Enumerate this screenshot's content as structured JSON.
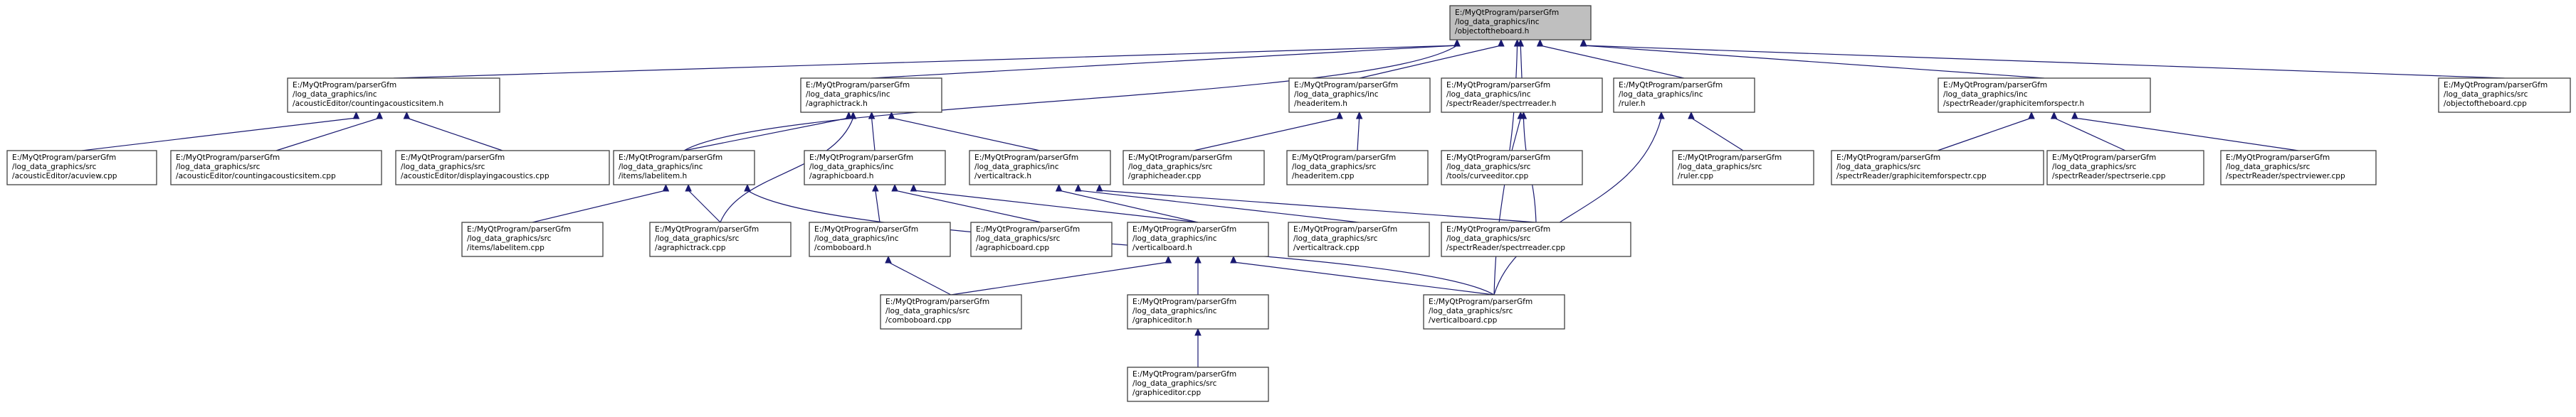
{
  "diagram": {
    "type": "include-dependency-graph",
    "colors": {
      "edge": "#191970",
      "node_border": "#404040",
      "node_fill": "#ffffff",
      "root_fill": "#bfbfbf"
    },
    "nodes": [
      {
        "id": "objectoftheboard_h",
        "lines": [
          "E:/MyQtProgram/parserGfm",
          "/log_data_graphics/inc",
          "/objectoftheboard.h"
        ],
        "root": true
      },
      {
        "id": "countingacousticsitem_h",
        "lines": [
          "E:/MyQtProgram/parserGfm",
          "/log_data_graphics/inc",
          "/acousticEditor/countingacousticsitem.h"
        ]
      },
      {
        "id": "agraphictrack_h",
        "lines": [
          "E:/MyQtProgram/parserGfm",
          "/log_data_graphics/inc",
          "/agraphictrack.h"
        ]
      },
      {
        "id": "headeritem_h",
        "lines": [
          "E:/MyQtProgram/parserGfm",
          "/log_data_graphics/inc",
          "/headeritem.h"
        ]
      },
      {
        "id": "spectrreader_h",
        "lines": [
          "E:/MyQtProgram/parserGfm",
          "/log_data_graphics/inc",
          "/spectrReader/spectrreader.h"
        ]
      },
      {
        "id": "ruler_h",
        "lines": [
          "E:/MyQtProgram/parserGfm",
          "/log_data_graphics/inc",
          "/ruler.h"
        ]
      },
      {
        "id": "graphicitemforspectr_h",
        "lines": [
          "E:/MyQtProgram/parserGfm",
          "/log_data_graphics/inc",
          "/spectrReader/graphicitemforspectr.h"
        ]
      },
      {
        "id": "objectoftheboard_cpp",
        "lines": [
          "E:/MyQtProgram/parserGfm",
          "/log_data_graphics/src",
          "/objectoftheboard.cpp"
        ]
      },
      {
        "id": "acuview_cpp",
        "lines": [
          "E:/MyQtProgram/parserGfm",
          "/log_data_graphics/src",
          "/acousticEditor/acuview.cpp"
        ]
      },
      {
        "id": "countingacousticsitem_cpp",
        "lines": [
          "E:/MyQtProgram/parserGfm",
          "/log_data_graphics/src",
          "/acousticEditor/countingacousticsitem.cpp"
        ]
      },
      {
        "id": "displayingacoustics_cpp",
        "lines": [
          "E:/MyQtProgram/parserGfm",
          "/log_data_graphics/src",
          "/acousticEditor/displayingacoustics.cpp"
        ]
      },
      {
        "id": "labelitem_h",
        "lines": [
          "E:/MyQtProgram/parserGfm",
          "/log_data_graphics/inc",
          "/items/labelitem.h"
        ]
      },
      {
        "id": "agraphicboard_h",
        "lines": [
          "E:/MyQtProgram/parserGfm",
          "/log_data_graphics/inc",
          "/agraphicboard.h"
        ]
      },
      {
        "id": "verticaltrack_h",
        "lines": [
          "E:/MyQtProgram/parserGfm",
          "/log_data_graphics/inc",
          "/verticaltrack.h"
        ]
      },
      {
        "id": "graphicheader_cpp",
        "lines": [
          "E:/MyQtProgram/parserGfm",
          "/log_data_graphics/src",
          "/graphicheader.cpp"
        ]
      },
      {
        "id": "headeritem_cpp",
        "lines": [
          "E:/MyQtProgram/parserGfm",
          "/log_data_graphics/src",
          "/headeritem.cpp"
        ]
      },
      {
        "id": "curveeditor_cpp",
        "lines": [
          "E:/MyQtProgram/parserGfm",
          "/log_data_graphics/src",
          "/tools/curveeditor.cpp"
        ]
      },
      {
        "id": "ruler_cpp",
        "lines": [
          "E:/MyQtProgram/parserGfm",
          "/log_data_graphics/src",
          "/ruler.cpp"
        ]
      },
      {
        "id": "graphicitemforspectr_cpp",
        "lines": [
          "E:/MyQtProgram/parserGfm",
          "/log_data_graphics/src",
          "/spectrReader/graphicitemforspectr.cpp"
        ]
      },
      {
        "id": "spectrserie_cpp",
        "lines": [
          "E:/MyQtProgram/parserGfm",
          "/log_data_graphics/src",
          "/spectrReader/spectrserie.cpp"
        ]
      },
      {
        "id": "spectrviewer_cpp",
        "lines": [
          "E:/MyQtProgram/parserGfm",
          "/log_data_graphics/src",
          "/spectrReader/spectrviewer.cpp"
        ]
      },
      {
        "id": "labelitem_cpp",
        "lines": [
          "E:/MyQtProgram/parserGfm",
          "/log_data_graphics/src",
          "/items/labelitem.cpp"
        ]
      },
      {
        "id": "agraphictrack_cpp",
        "lines": [
          "E:/MyQtProgram/parserGfm",
          "/log_data_graphics/src",
          "/agraphictrack.cpp"
        ]
      },
      {
        "id": "comboboard_h",
        "lines": [
          "E:/MyQtProgram/parserGfm",
          "/log_data_graphics/inc",
          "/comboboard.h"
        ]
      },
      {
        "id": "agraphicboard_cpp",
        "lines": [
          "E:/MyQtProgram/parserGfm",
          "/log_data_graphics/src",
          "/agraphicboard.cpp"
        ]
      },
      {
        "id": "verticalboard_h",
        "lines": [
          "E:/MyQtProgram/parserGfm",
          "/log_data_graphics/inc",
          "/verticalboard.h"
        ]
      },
      {
        "id": "verticaltrack_cpp",
        "lines": [
          "E:/MyQtProgram/parserGfm",
          "/log_data_graphics/src",
          "/verticaltrack.cpp"
        ]
      },
      {
        "id": "spectrreader_cpp",
        "lines": [
          "E:/MyQtProgram/parserGfm",
          "/log_data_graphics/src",
          "/spectrReader/spectrreader.cpp"
        ]
      },
      {
        "id": "comboboard_cpp",
        "lines": [
          "E:/MyQtProgram/parserGfm",
          "/log_data_graphics/src",
          "/comboboard.cpp"
        ]
      },
      {
        "id": "verticalboard_cpp",
        "lines": [
          "E:/MyQtProgram/parserGfm",
          "/log_data_graphics/src",
          "/verticalboard.cpp"
        ]
      },
      {
        "id": "graphiceditor_h",
        "lines": [
          "E:/MyQtProgram/parserGfm",
          "/log_data_graphics/inc",
          "/graphiceditor.h"
        ]
      },
      {
        "id": "graphiceditor_cpp",
        "lines": [
          "E:/MyQtProgram/parserGfm",
          "/log_data_graphics/src",
          "/graphiceditor.cpp"
        ]
      }
    ],
    "edges": [
      [
        "countingacousticsitem_h",
        "objectoftheboard_h"
      ],
      [
        "agraphictrack_h",
        "objectoftheboard_h"
      ],
      [
        "headeritem_h",
        "objectoftheboard_h"
      ],
      [
        "spectrreader_h",
        "objectoftheboard_h"
      ],
      [
        "ruler_h",
        "objectoftheboard_h"
      ],
      [
        "graphicitemforspectr_h",
        "objectoftheboard_h"
      ],
      [
        "objectoftheboard_cpp",
        "objectoftheboard_h"
      ],
      [
        "labelitem_h",
        "objectoftheboard_h"
      ],
      [
        "verticalboard_cpp",
        "objectoftheboard_h"
      ],
      [
        "acuview_cpp",
        "countingacousticsitem_h"
      ],
      [
        "countingacousticsitem_cpp",
        "countingacousticsitem_h"
      ],
      [
        "displayingacoustics_cpp",
        "countingacousticsitem_h"
      ],
      [
        "labelitem_h",
        "agraphictrack_h"
      ],
      [
        "agraphicboard_h",
        "agraphictrack_h"
      ],
      [
        "verticaltrack_h",
        "agraphictrack_h"
      ],
      [
        "agraphictrack_cpp",
        "agraphictrack_h"
      ],
      [
        "graphicheader_cpp",
        "headeritem_h"
      ],
      [
        "headeritem_cpp",
        "headeritem_h"
      ],
      [
        "curveeditor_cpp",
        "spectrreader_h"
      ],
      [
        "spectrreader_cpp",
        "spectrreader_h"
      ],
      [
        "ruler_cpp",
        "ruler_h"
      ],
      [
        "verticalboard_cpp",
        "ruler_h"
      ],
      [
        "graphicitemforspectr_cpp",
        "graphicitemforspectr_h"
      ],
      [
        "spectrserie_cpp",
        "graphicitemforspectr_h"
      ],
      [
        "spectrviewer_cpp",
        "graphicitemforspectr_h"
      ],
      [
        "labelitem_cpp",
        "labelitem_h"
      ],
      [
        "agraphictrack_cpp",
        "labelitem_h"
      ],
      [
        "verticalboard_cpp",
        "labelitem_h"
      ],
      [
        "comboboard_h",
        "agraphicboard_h"
      ],
      [
        "agraphicboard_cpp",
        "agraphicboard_h"
      ],
      [
        "verticalboard_h",
        "agraphicboard_h"
      ],
      [
        "verticaltrack_cpp",
        "verticaltrack_h"
      ],
      [
        "verticalboard_h",
        "verticaltrack_h"
      ],
      [
        "spectrreader_cpp",
        "verticaltrack_h"
      ],
      [
        "comboboard_cpp",
        "comboboard_h"
      ],
      [
        "comboboard_cpp",
        "verticalboard_h"
      ],
      [
        "verticalboard_cpp",
        "verticalboard_h"
      ],
      [
        "graphiceditor_h",
        "verticalboard_h"
      ],
      [
        "graphiceditor_cpp",
        "graphiceditor_h"
      ]
    ]
  }
}
